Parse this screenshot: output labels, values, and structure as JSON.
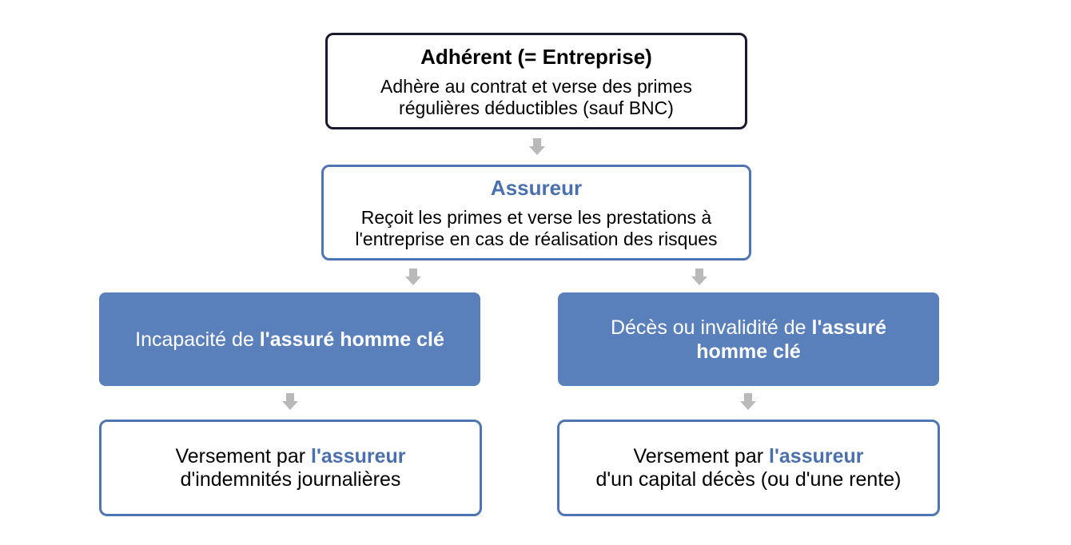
{
  "adherent": {
    "title": "Adhérent (= Entreprise)",
    "line1": "Adhère au contrat et verse des primes",
    "line2": "régulières déductibles (sauf BNC)"
  },
  "assureur": {
    "title": "Assureur",
    "line1": "Reçoit les primes et verse les prestations à",
    "line2": "l'entreprise en cas de réalisation des risques"
  },
  "incapacite": {
    "text_plain": "Incapacité de ",
    "text_bold": "l'assuré homme clé"
  },
  "deces": {
    "text_plain": "Décès ou invalidité de ",
    "text_bold_1": "l'assuré",
    "text_bold_2": "homme clé"
  },
  "versement_left": {
    "prefix": "Versement par ",
    "highlight": "l'assureur",
    "line2": "d'indemnités journalières"
  },
  "versement_right": {
    "prefix": "Versement par ",
    "highlight": "l'assureur",
    "line2": "d'un capital décès (ou d'une rente)"
  },
  "colors": {
    "accent_blue": "#4a6fad",
    "filled_box": "#5a80bb",
    "arrow_gray": "#b9b9b9",
    "dark_border": "#1a1a2e"
  }
}
